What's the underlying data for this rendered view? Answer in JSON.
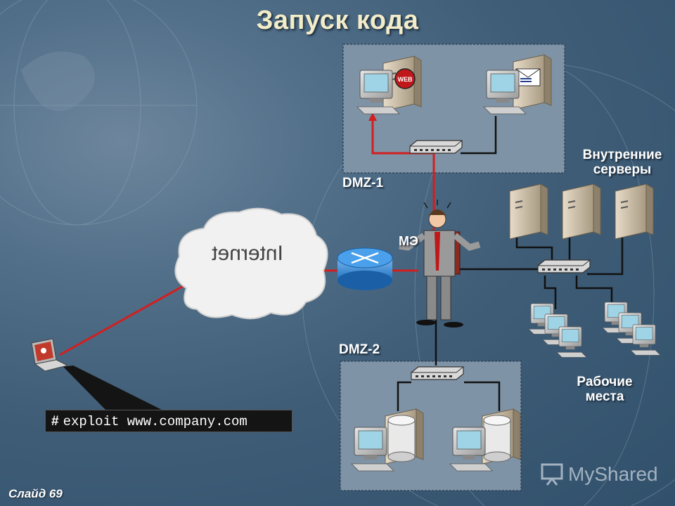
{
  "title": "Запуск кода",
  "dmz1": {
    "label": "DMZ-1"
  },
  "dmz2": {
    "label": "DMZ-2"
  },
  "internal_servers": {
    "label_line1": "Внутренние",
    "label_line2": "серверы"
  },
  "workstations": {
    "label_line1": "Рабочие",
    "label_line2": "места"
  },
  "cloud": {
    "label": "Internet"
  },
  "me_label_partial": "МЭ",
  "web_icon_text": "WEB",
  "command": {
    "prompt": "#",
    "text": "exploit www.company.com"
  },
  "slide": {
    "label": "Слайд 69"
  },
  "watermark": {
    "text": "MyShared"
  },
  "colors": {
    "attack_line": "#d21f1f",
    "link_line": "#111111",
    "zone_fill": "#7f93a6",
    "title": "#f3ecc9"
  }
}
